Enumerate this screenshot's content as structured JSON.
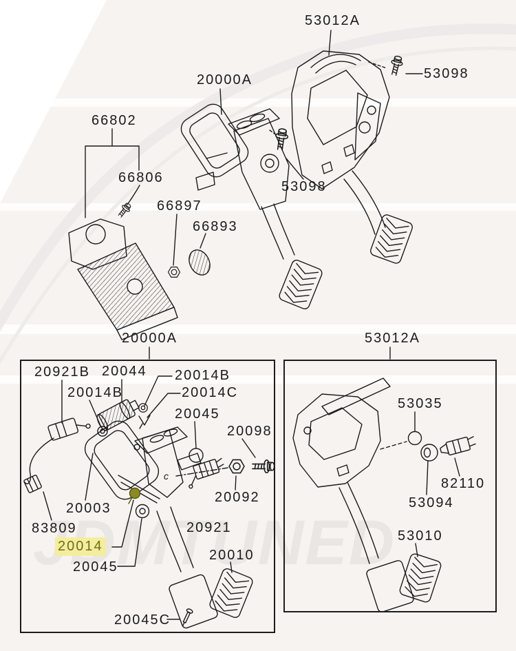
{
  "watermark": {
    "text": "JDMTUNED"
  },
  "colors": {
    "line": "#1b1b1b",
    "background": "#f7f3f1",
    "watermark": "#e9e6e3",
    "highlight_bg": "#f4eda0",
    "highlight_text": "#6e6e12"
  },
  "top_section": {
    "labels": {
      "l53012a": "53012A",
      "l20000a": "20000A",
      "l53098_right": "53098",
      "l66802": "66802",
      "l66806": "66806",
      "l66897": "66897",
      "l66893": "66893",
      "l53098_mid": "53098"
    }
  },
  "left_panel": {
    "header": "20000A",
    "highlighted_part": "20014",
    "labels": {
      "l20921b": "20921B",
      "l20044": "20044",
      "l20014b_right": "20014B",
      "l20014b_left": "20014B",
      "l20014c": "20014C",
      "l20045_upper": "20045",
      "l20098": "20098",
      "l20092": "20092",
      "l20003": "20003",
      "l83809": "83809",
      "l20921": "20921",
      "l20014": "20014",
      "l20045_lower": "20045",
      "l20010": "20010",
      "l20045c": "20045C",
      "marker_c": "c"
    }
  },
  "right_panel": {
    "header": "53012A",
    "labels": {
      "l53035": "53035",
      "l82110": "82110",
      "l53094": "53094",
      "l53010": "53010"
    }
  }
}
